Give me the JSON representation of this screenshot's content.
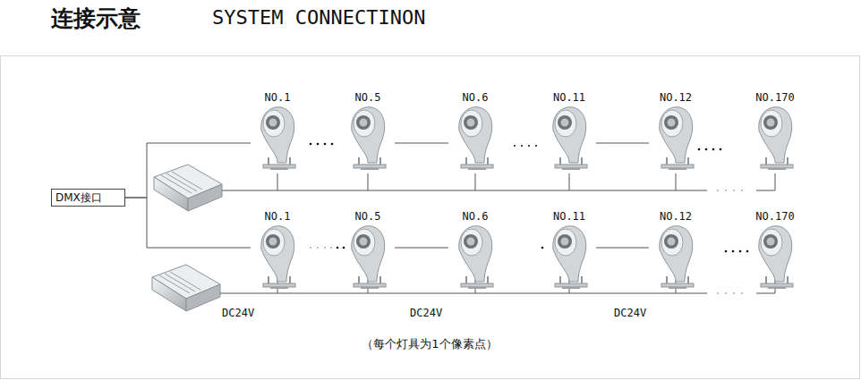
{
  "diagram": {
    "title": "连接示意",
    "caption": "（每个灯具为1个像素点）",
    "nodes": [
      {
        "text": [
          "DMX接口"
        ]
      },
      {
        "text": [
          "NO.1"
        ]
      },
      {
        "text": [
          "NO.5"
        ]
      },
      {
        "text": [
          "NO.6"
        ]
      },
      {
        "text": [
          "NO.11"
        ]
      },
      {
        "text": [
          "NO.12"
        ]
      },
      {
        "text": [
          "NO.170"
        ]
      },
      {
        "text": [
          "NO.1"
        ]
      },
      {
        "text": [
          "NO.5"
        ]
      },
      {
        "text": [
          "NO.6"
        ]
      },
      {
        "text": [
          "NO.11"
        ]
      },
      {
        "text": [
          "NO.12"
        ]
      },
      {
        "text": [
          "NO.170"
        ]
      }
    ],
    "edges": [
      {
        "from": 0,
        "to": 1,
        "arrow": "none"
      },
      {
        "from": 2,
        "to": 3,
        "arrow": "none"
      },
      {
        "from": 4,
        "to": 5,
        "arrow": "none"
      },
      {
        "from": 0,
        "to": 7,
        "arrow": "none"
      },
      {
        "from": 8,
        "to": 9,
        "arrow": "none"
      },
      {
        "from": 10,
        "to": 11,
        "arrow": "none"
      }
    ],
    "labels": [
      "SYSTEM CONNECTINON",
      "DC24V",
      "DC24V",
      "DC24V"
    ]
  }
}
